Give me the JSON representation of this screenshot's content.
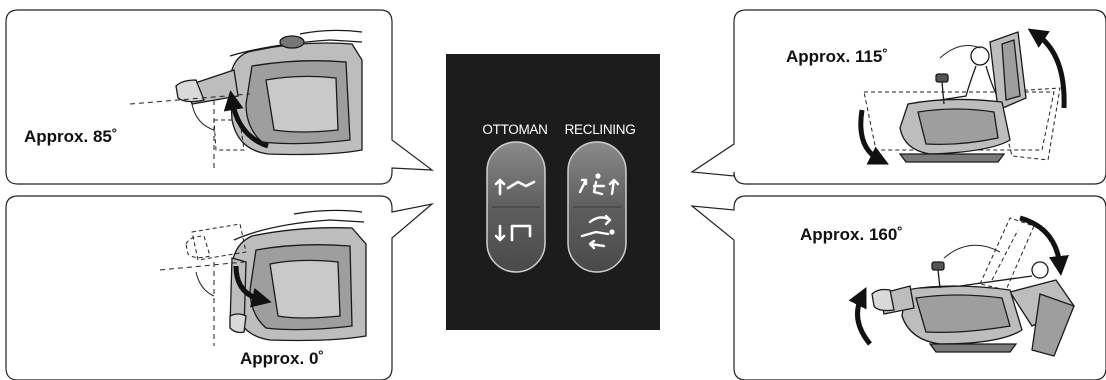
{
  "control_panel": {
    "ottoman_label": "OTTOMAN",
    "reclining_label": "RECLINING",
    "background": "#1c1c1c",
    "button_color": "#6a6a6a"
  },
  "callouts": {
    "top_left": {
      "angle_text": "Approx. 85˚",
      "button": "ottoman-up"
    },
    "bottom_left": {
      "angle_text": "Approx. 0˚",
      "button": "ottoman-down"
    },
    "top_right": {
      "angle_text": "Approx. 115˚",
      "button": "recline-up"
    },
    "bottom_right": {
      "angle_text": "Approx. 160˚",
      "button": "recline-down"
    }
  },
  "colors": {
    "chair_fill": "#bdbdbd",
    "chair_stroke": "#1a1a1a",
    "arrow": "#111111"
  }
}
